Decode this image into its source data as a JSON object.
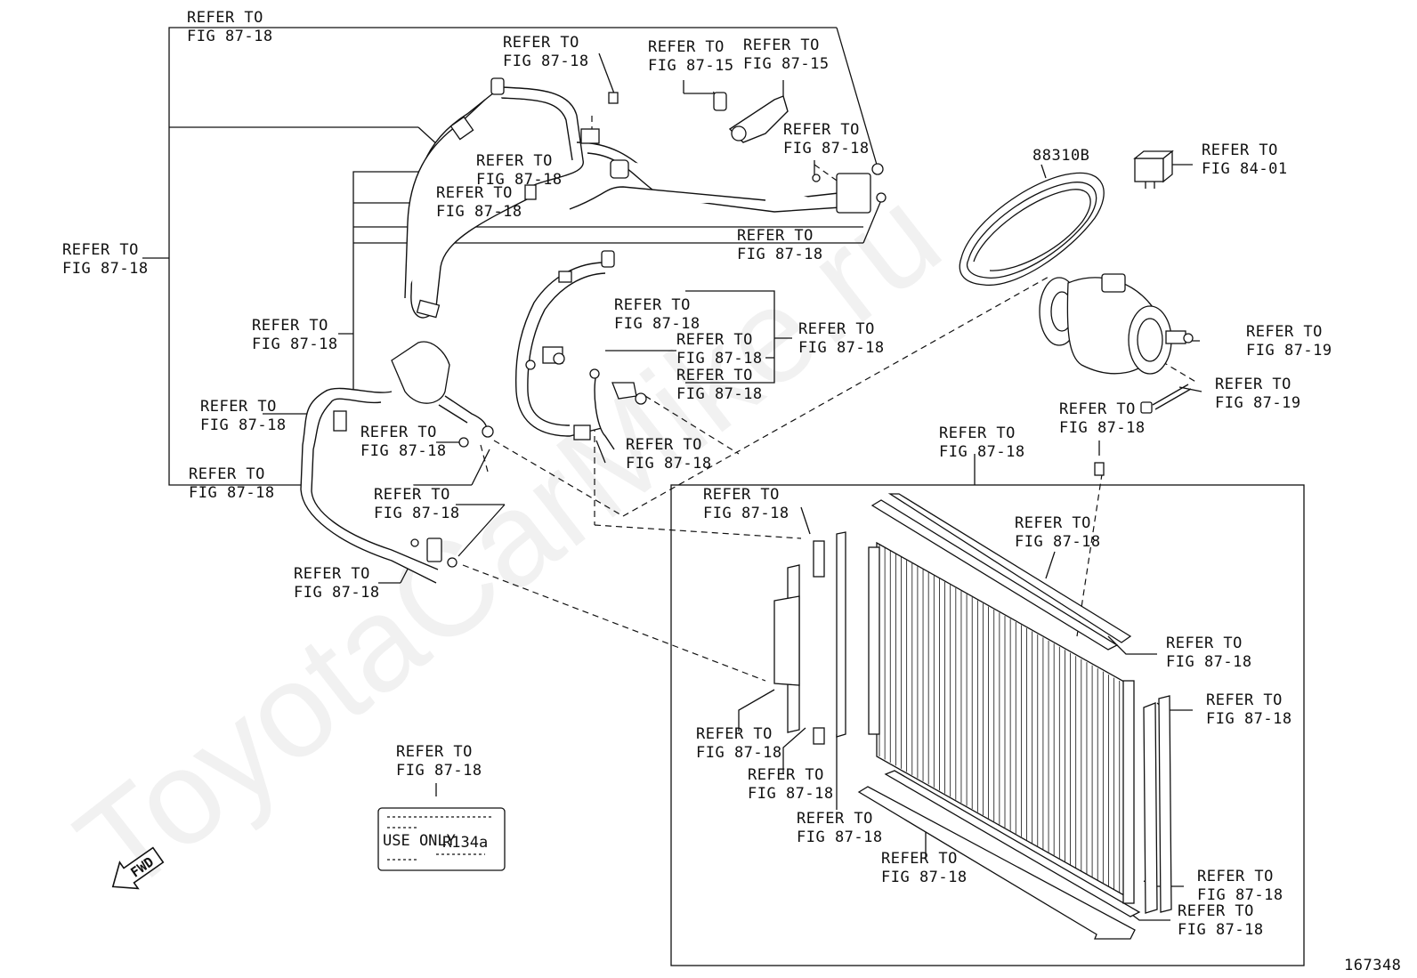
{
  "diagram": {
    "watermark": "ToyotaCarMike.ru",
    "figure_number": "167348",
    "belt_part_number": "88310B",
    "decal": {
      "use_only": "USE ONLY",
      "refrigerant": "R134a"
    },
    "fwd_arrow": "FWD",
    "labels": {
      "refer_to": "REFER TO",
      "fig_87_18": "FIG 87-18",
      "fig_87_15": "FIG 87-15",
      "fig_87_19": "FIG 87-19",
      "fig_84_01": "FIG 84-01"
    }
  }
}
